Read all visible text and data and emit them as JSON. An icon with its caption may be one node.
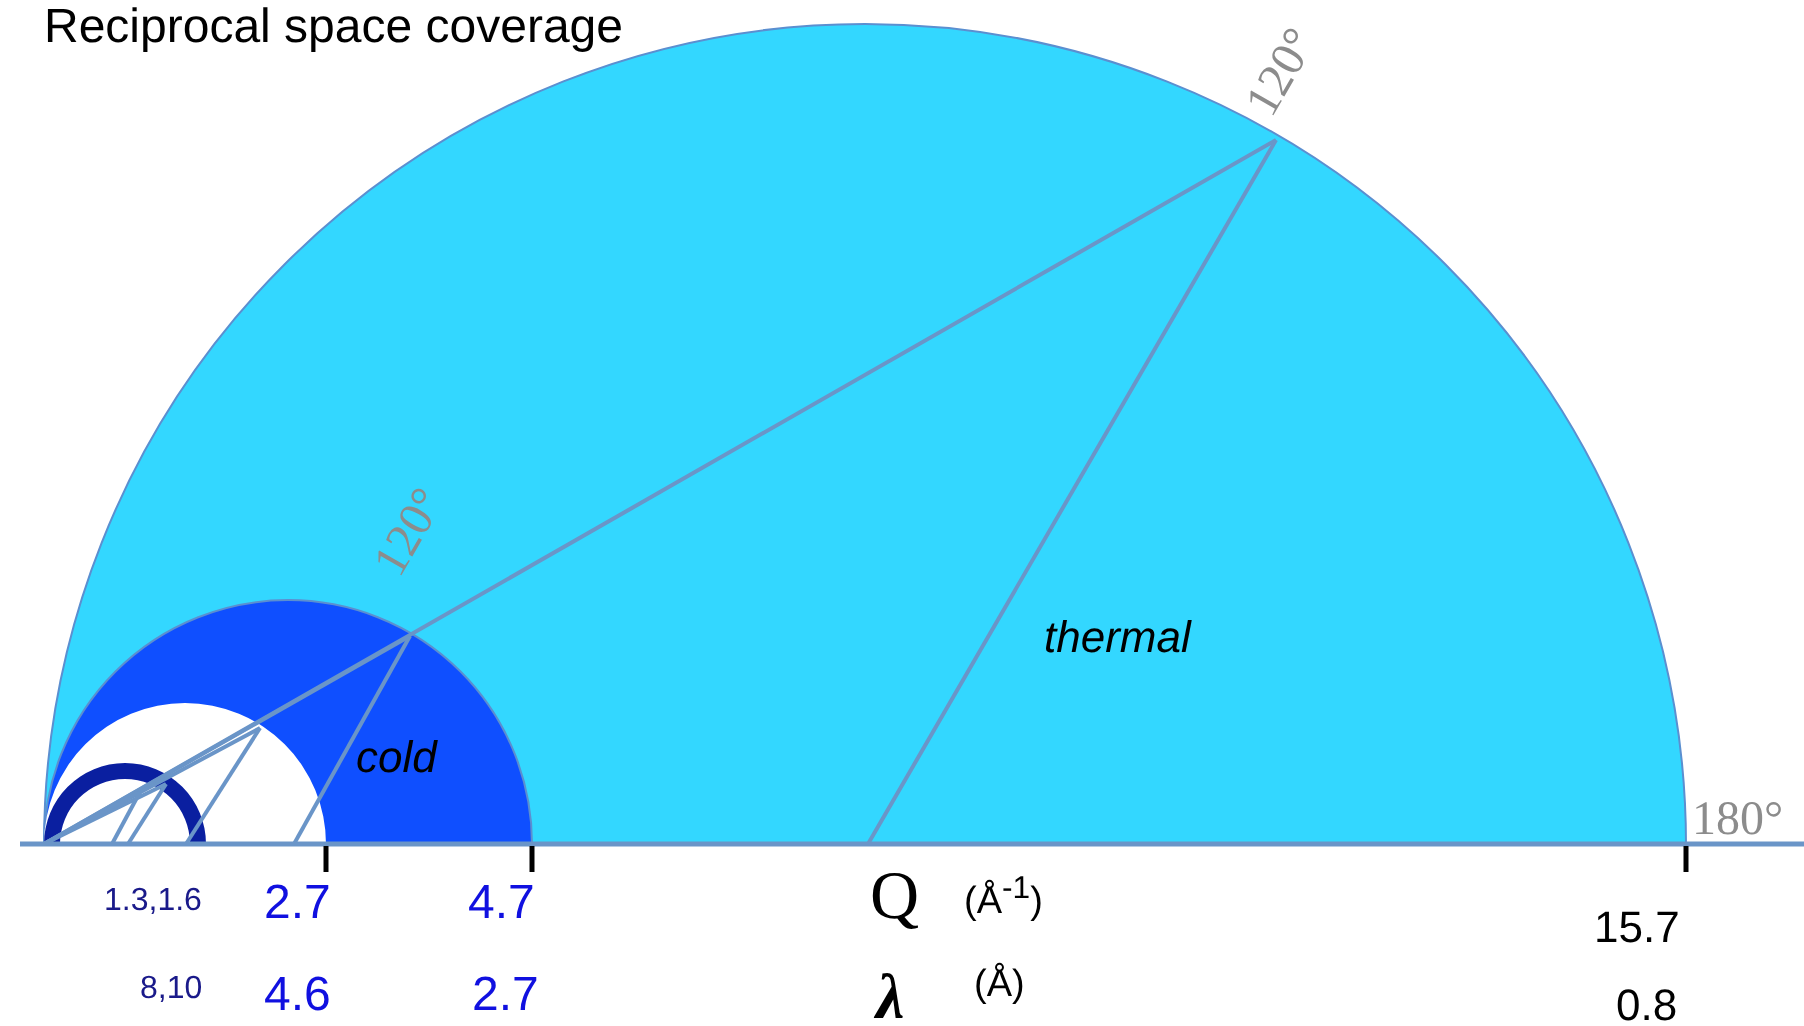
{
  "diagram": {
    "title": "Reciprocal space coverage",
    "nodes": [
      {
        "text": [
          "thermal"
        ]
      },
      {
        "text": [
          "cold"
        ],
        "in": 0
      }
    ],
    "labels": [
      "120°",
      "120°",
      "180°",
      "1.3,1.6",
      "2.7",
      "4.7",
      "Q",
      "(Å$^{-1}$)",
      "15.7",
      "8,10",
      "4.6",
      "2.7",
      "λ",
      "(Å)",
      "0.8"
    ]
  }
}
